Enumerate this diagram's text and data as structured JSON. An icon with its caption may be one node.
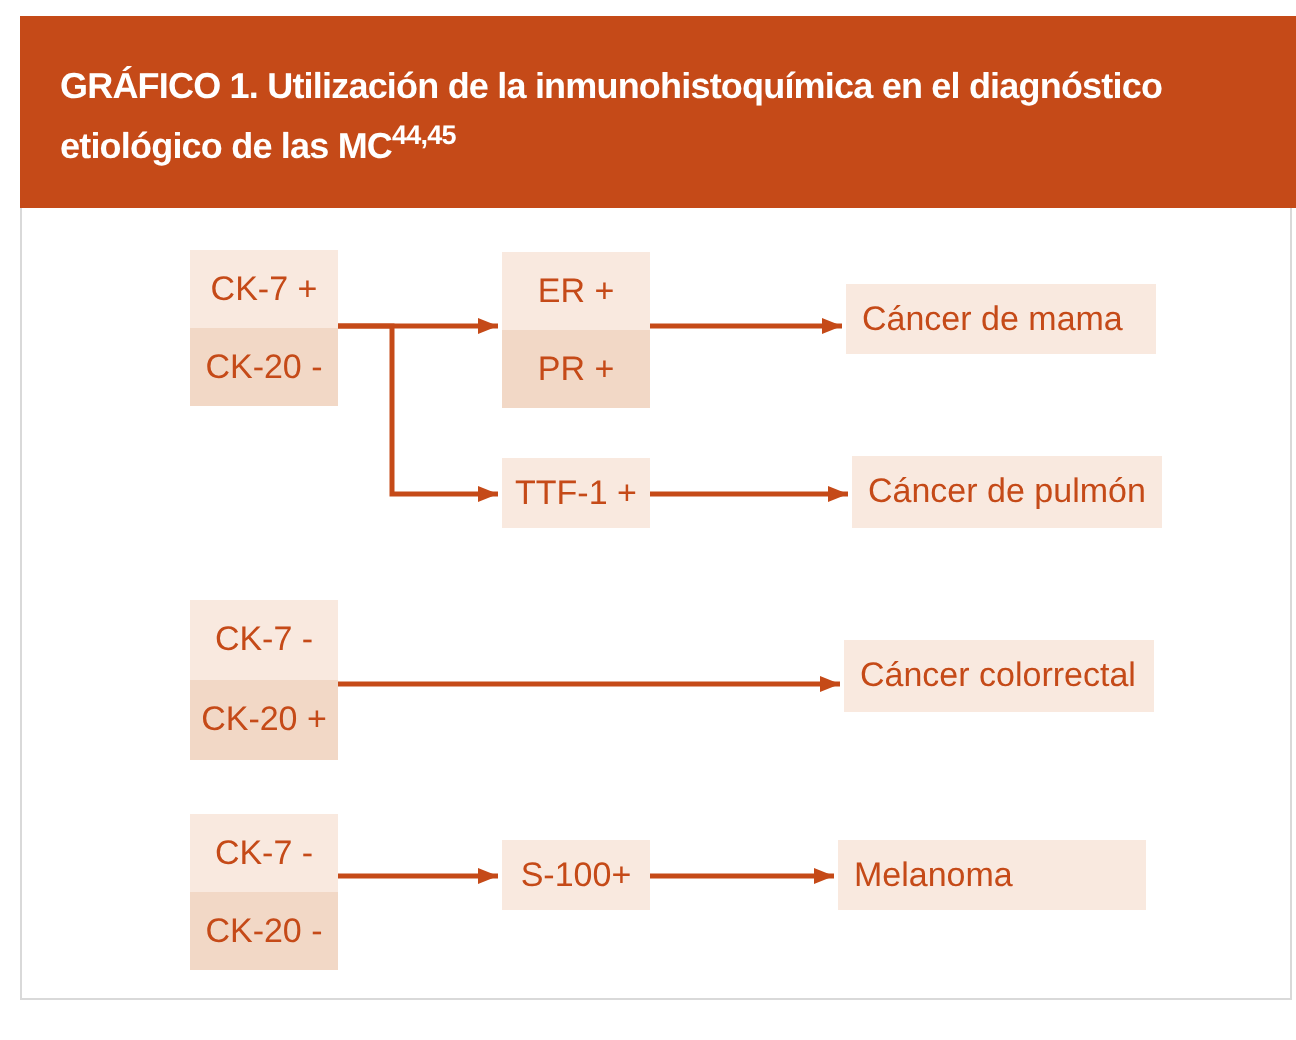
{
  "diagram": {
    "title": "GRÁFICO 1. Utilización de la inmunohistoquímica en el diagnóstico etiológico de las MC$^{44,45}$",
    "nodes": [
      {
        "text": [
          "CK-7 +",
          "CK-20 -"
        ]
      },
      {
        "text": [
          "ER +",
          "PR +"
        ]
      },
      {
        "text": [
          "Cáncer de mama"
        ]
      },
      {
        "text": [
          "TTF-1 +"
        ]
      },
      {
        "text": [
          "Cáncer de pulmón"
        ]
      },
      {
        "text": [
          "CK-7 -",
          "CK-20 +"
        ]
      },
      {
        "text": [
          "Cáncer colorrectal"
        ]
      },
      {
        "text": [
          "CK-7 -",
          "CK-20 -"
        ]
      },
      {
        "text": [
          "S-100+"
        ]
      },
      {
        "text": [
          "Melanoma"
        ]
      }
    ],
    "edges": [
      {
        "from": 0,
        "to": 1,
        "arrow": "to"
      },
      {
        "from": 0,
        "to": 3,
        "arrow": "to"
      },
      {
        "from": 1,
        "to": 2,
        "arrow": "to"
      },
      {
        "from": 3,
        "to": 4,
        "arrow": "to"
      },
      {
        "from": 5,
        "to": 6,
        "arrow": "to"
      },
      {
        "from": 7,
        "to": 8,
        "arrow": "to"
      },
      {
        "from": 8,
        "to": 9,
        "arrow": "to"
      }
    ]
  }
}
